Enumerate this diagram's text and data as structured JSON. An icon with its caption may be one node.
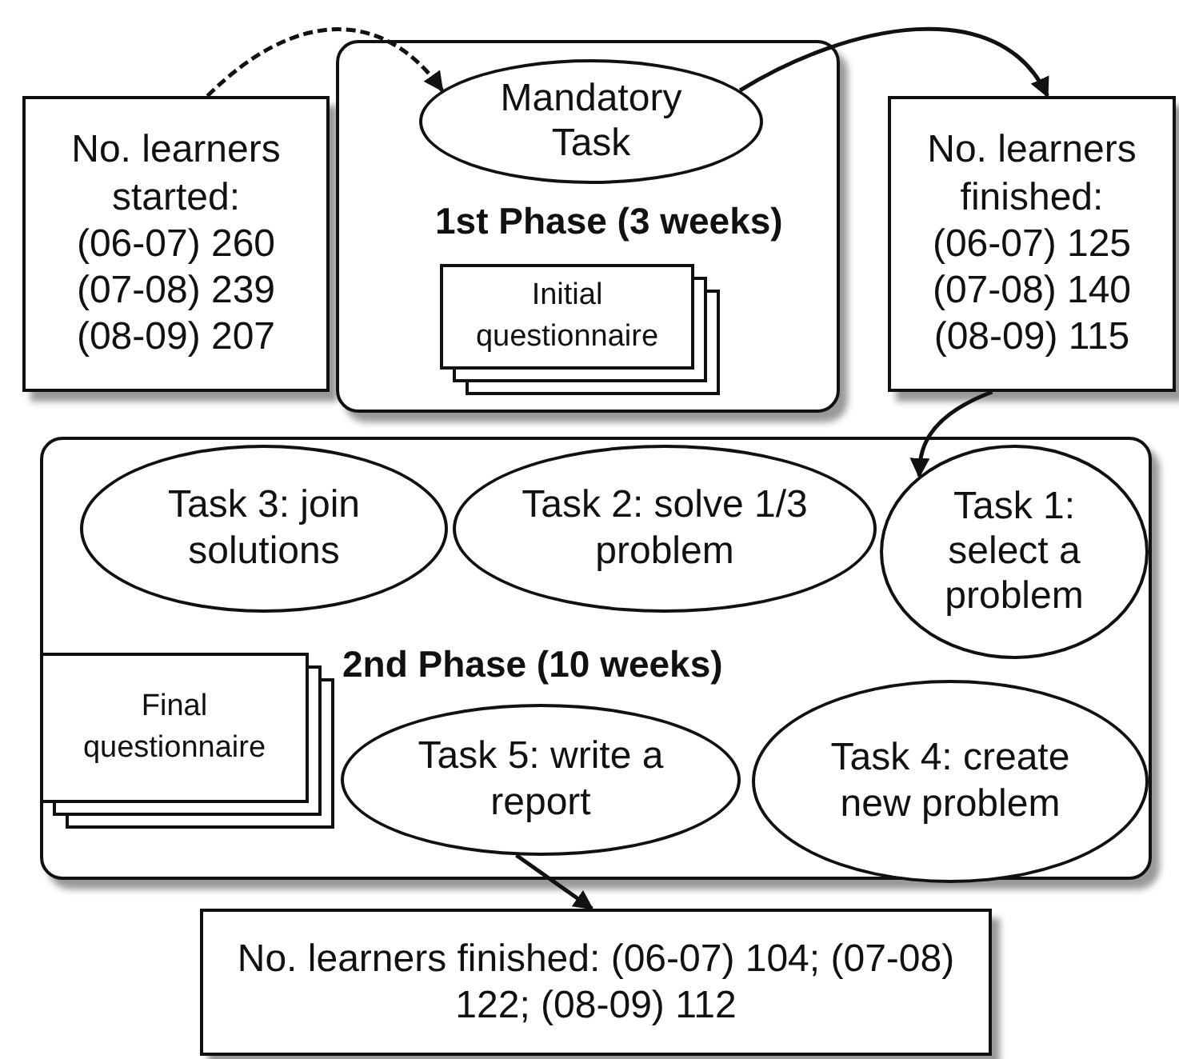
{
  "diagram": {
    "nodes": [
      {
        "text": [
          "No. learners started:",
          "(06-07) 260",
          "(07-08) 239",
          "(08-09) 207"
        ]
      },
      {
        "text": [
          "1st Phase (3 weeks)"
        ]
      },
      {
        "text": [
          "Mandatory Task"
        ],
        "in": 1
      },
      {
        "text": [
          "Initial questionnaire"
        ],
        "in": 1
      },
      {
        "text": [
          "No. learners finished:",
          "(06-07) 125",
          "(07-08) 140",
          "(08-09) 115"
        ]
      },
      {
        "text": [
          "2nd Phase (10 weeks)"
        ]
      },
      {
        "text": [
          "Task 3: join solutions"
        ],
        "in": 5
      },
      {
        "text": [
          "Task 2: solve 1/3 problem"
        ],
        "in": 5
      },
      {
        "text": [
          "Task 1: select a problem"
        ],
        "in": 5
      },
      {
        "text": [
          "Final questionnaire"
        ],
        "in": 5
      },
      {
        "text": [
          "Task 5: write a report"
        ],
        "in": 5
      },
      {
        "text": [
          "Task 4: create new problem"
        ],
        "in": 5
      },
      {
        "text": [
          "No. learners finished: (06-07) 104; (07-08) 122; (08-09) 112"
        ]
      }
    ],
    "edges": [
      {
        "from": 0,
        "to": 2,
        "arrow": "to",
        "style": "dashed"
      },
      {
        "from": 2,
        "to": 4,
        "arrow": "to"
      },
      {
        "from": 4,
        "to": 8,
        "arrow": "to"
      },
      {
        "from": 10,
        "to": 12,
        "arrow": "to"
      }
    ]
  }
}
